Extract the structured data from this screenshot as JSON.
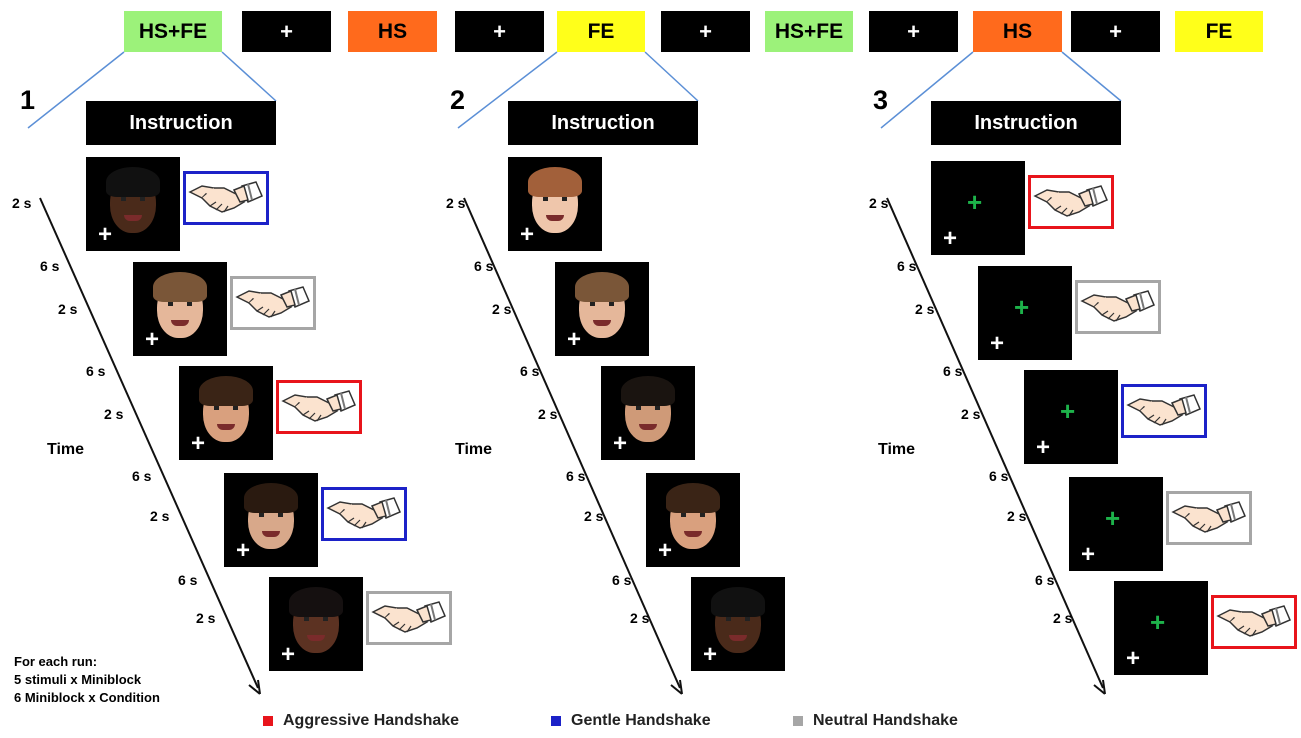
{
  "timeline": {
    "blocks": [
      {
        "label": "HS+FE",
        "color": "#9cf27a"
      },
      {
        "label": "+",
        "color": "#000000"
      },
      {
        "label": "HS",
        "color": "#ff6a1c"
      },
      {
        "label": "+",
        "color": "#000000"
      },
      {
        "label": "FE",
        "color": "#ffff1a"
      },
      {
        "label": "+",
        "color": "#000000"
      },
      {
        "label": "HS+FE",
        "color": "#9cf27a"
      },
      {
        "label": "+",
        "color": "#000000"
      },
      {
        "label": "HS",
        "color": "#ff6a1c"
      },
      {
        "label": "+",
        "color": "#000000"
      },
      {
        "label": "FE",
        "color": "#ffff1a"
      }
    ]
  },
  "panels": [
    {
      "number": "1",
      "instruction": "Instruction",
      "time_label": "Time",
      "durations": [
        "2 s",
        "6 s",
        "2 s",
        "6 s",
        "2 s",
        "6 s",
        "2 s",
        "6 s",
        "2 s"
      ],
      "stimuli": [
        {
          "content": "face",
          "face": "smiling-man",
          "handshake": "gentle"
        },
        {
          "content": "face",
          "face": "neutral-woman",
          "handshake": "neutral"
        },
        {
          "content": "face",
          "face": "angry-woman",
          "handshake": "aggressive"
        },
        {
          "content": "face",
          "face": "smiling-man-2",
          "handshake": "gentle"
        },
        {
          "content": "face",
          "face": "neutral-man",
          "handshake": "neutral"
        }
      ]
    },
    {
      "number": "2",
      "instruction": "Instruction",
      "time_label": "Time",
      "durations": [
        "2 s",
        "6 s",
        "2 s",
        "6 s",
        "2 s",
        "6 s",
        "2 s",
        "6 s",
        "2 s"
      ],
      "stimuli": [
        {
          "content": "face",
          "face": "neutral-woman-2",
          "handshake": "none"
        },
        {
          "content": "face",
          "face": "smiling-woman",
          "handshake": "none"
        },
        {
          "content": "face",
          "face": "angry-man",
          "handshake": "none"
        },
        {
          "content": "face",
          "face": "neutral-woman-3",
          "handshake": "none"
        },
        {
          "content": "face",
          "face": "angry-man-2",
          "handshake": "none"
        }
      ]
    },
    {
      "number": "3",
      "instruction": "Instruction",
      "time_label": "Time",
      "durations": [
        "2 s",
        "6 s",
        "2 s",
        "6 s",
        "2 s",
        "6 s",
        "2 s",
        "6 s",
        "2 s"
      ],
      "stimuli": [
        {
          "content": "green-cross",
          "handshake": "aggressive"
        },
        {
          "content": "green-cross",
          "handshake": "neutral"
        },
        {
          "content": "green-cross",
          "handshake": "gentle"
        },
        {
          "content": "green-cross",
          "handshake": "neutral"
        },
        {
          "content": "green-cross",
          "handshake": "aggressive"
        }
      ]
    }
  ],
  "fixation_symbol": "+",
  "footer": {
    "line1": "For each run:",
    "line2": "5 stimuli x Miniblock",
    "line3": "6 Miniblock x Condition"
  },
  "legend": [
    {
      "label": "Aggressive Handshake",
      "color": "#e8141b"
    },
    {
      "label": "Gentle Handshake",
      "color": "#1c22c8"
    },
    {
      "label": "Neutral Handshake",
      "color": "#a6a6a6"
    }
  ],
  "face_colors": {
    "smiling-man": {
      "skin": "#4a2a1a",
      "hair": "#111111"
    },
    "neutral-woman": {
      "skin": "#e5b79a",
      "hair": "#7a5638"
    },
    "angry-woman": {
      "skin": "#d9a07e",
      "hair": "#3a2416"
    },
    "smiling-man-2": {
      "skin": "#d8a88a",
      "hair": "#2a1a10"
    },
    "neutral-man": {
      "skin": "#5c3222",
      "hair": "#151010"
    },
    "neutral-woman-2": {
      "skin": "#efc6ab",
      "hair": "#a2603a"
    },
    "smiling-woman": {
      "skin": "#e5b79a",
      "hair": "#7a5638"
    },
    "angry-man": {
      "skin": "#cf9a78",
      "hair": "#1a1410"
    },
    "neutral-woman-3": {
      "skin": "#d9a07e",
      "hair": "#3a2416"
    },
    "angry-man-2": {
      "skin": "#4a2a1a",
      "hair": "#111111"
    }
  }
}
